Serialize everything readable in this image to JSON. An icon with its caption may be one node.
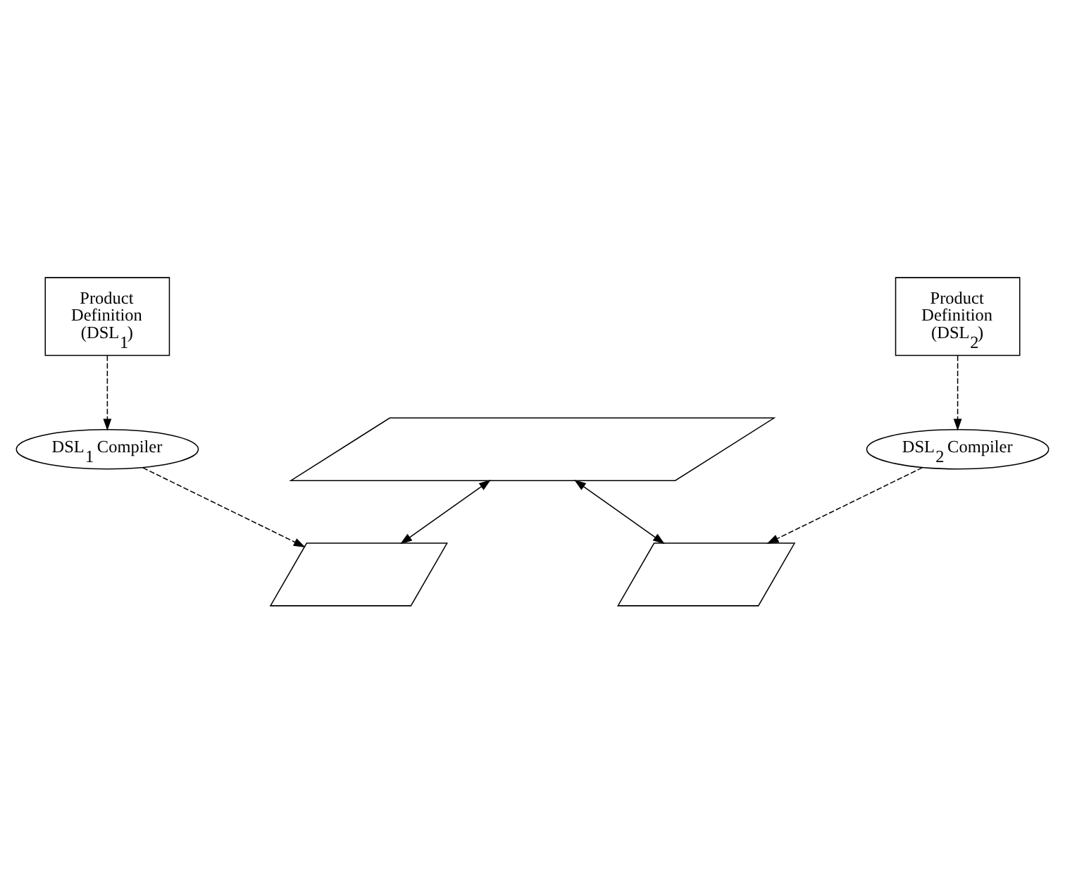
{
  "diagram": {
    "nodes": [
      {
        "text": [
          "Product Definition (DSL$_{1}$)"
        ]
      },
      {
        "text": [
          "Product Definition (DSL$_{2}$)"
        ]
      },
      {
        "text": [
          "DSL$_{1}$ Compiler"
        ]
      },
      {
        "text": [
          "DSL$_{2}$ Compiler"
        ]
      },
      {
        "text": [],
        "shape": "parallelogram"
      },
      {
        "text": [],
        "shape": "parallelogram"
      },
      {
        "text": [],
        "shape": "parallelogram"
      }
    ],
    "edges": [
      {
        "from": 0,
        "to": 2,
        "arrow": "to",
        "style": "dashed"
      },
      {
        "from": 1,
        "to": 3,
        "arrow": "to",
        "style": "dashed"
      },
      {
        "from": 2,
        "to": 5,
        "arrow": "to",
        "style": "dashed"
      },
      {
        "from": 3,
        "to": 6,
        "arrow": "to",
        "style": "dashed"
      },
      {
        "from": 4,
        "to": 5,
        "arrow": "both"
      },
      {
        "from": 4,
        "to": 6,
        "arrow": "both"
      }
    ]
  }
}
